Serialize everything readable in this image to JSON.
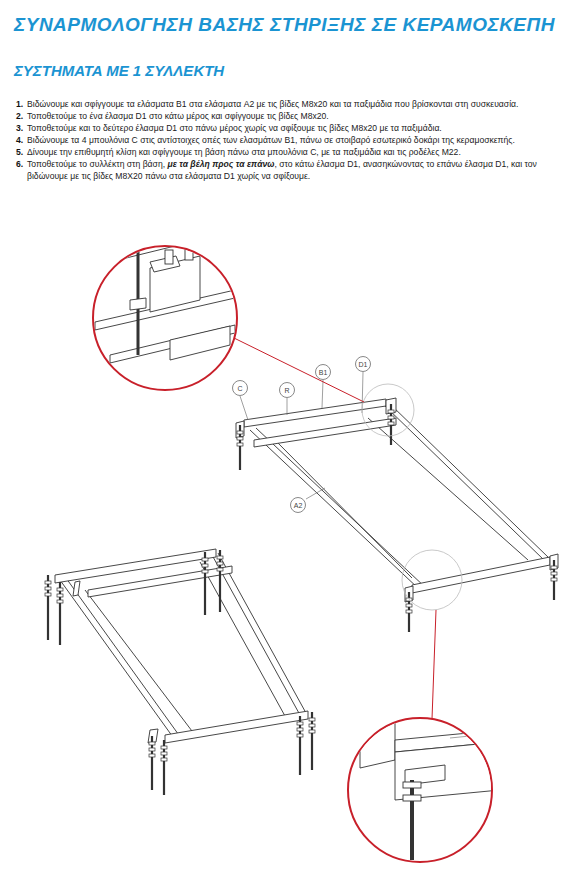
{
  "diagram": {
    "title": "ΣΥΝΑΡΜΟΛΟΓΗΣΗ ΒΑΣΗΣ ΣΤΗΡΙΞΗΣ ΣΕ ΚΕΡΑΜΟΣΚΕΠΗ",
    "nodes": [
      {
        "text": [
          "C"
        ]
      },
      {
        "text": [
          "R"
        ]
      },
      {
        "text": [
          "B1"
        ]
      },
      {
        "text": [
          "D1"
        ]
      },
      {
        "text": [
          "A2"
        ]
      }
    ],
    "labels": [
      "ΣΥΣΤΗΜΑΤΑ ΜΕ 1 ΣΥΛΛΕΚΤΗ",
      "1.",
      "Βιδώνουμε και σφίγγουμε τα ελάσματα B1 στα ελάσματα A2 με τις βίδες M8x20 και τα παξιμάδια που βρίσκονται στη συσκευασία.",
      "2.",
      "Τοποθετούμε το ένα έλασμα D1 στο κάτω μέρος και σφίγγουμε τις βίδες M8x20.",
      "3.",
      "Τοποθετούμε και το δεύτερο έλασμα D1 στο πάνω μέρος χωρίς να σφίξουμε τις βίδες M8x20 με τα παξιμάδια.",
      "4.",
      "Βιδώνουμε τα 4 μπουλόνια C στις αντίστοιχες οπές των ελασμάτων B1, πάνω σε στοιβαρό εσωτερικό δοκάρι της κεραμοσκεπής.",
      "5.",
      "Δίνουμε την επιθυμητή κλίση και σφίγγουμε τη βάση πάνω στα μπουλόνια C, με τα παξιμάδια και τις ροδέλες M22.",
      "6.",
      "Τοποθετούμε το συλλέκτη στη βάση, ",
      "με τα βέλη προς τα επάνω",
      ", στο κάτω έλασμα D1, ανασηκώνοντας το επάνω έλασμα D1, και τον βιδώνουμε με τις βίδες M8X20 πάνω στα ελάσματα D1 χωρίς να σφίξουμε."
    ]
  }
}
